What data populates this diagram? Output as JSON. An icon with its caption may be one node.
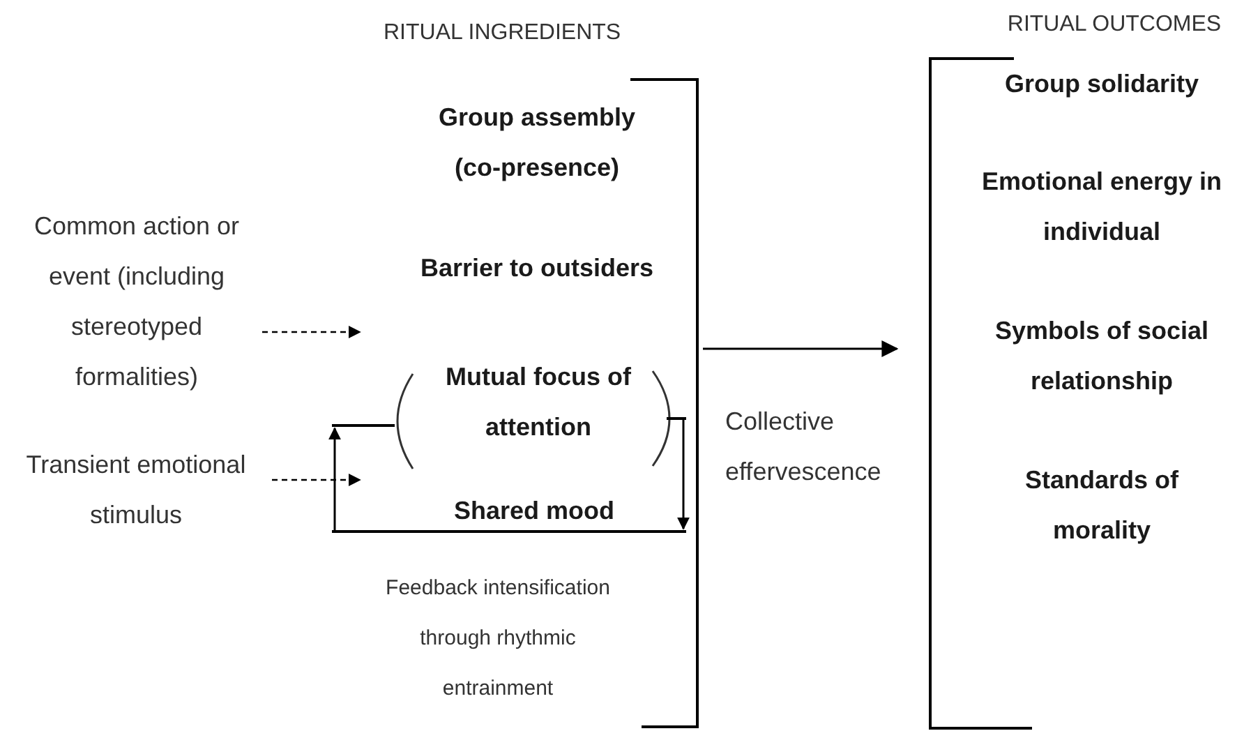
{
  "diagram": {
    "nodes": [
      {
        "text": [
          "RITUAL INGREDIENTS"
        ]
      },
      {
        "text": [
          "Group assembly (co-presence)"
        ],
        "in": 0
      },
      {
        "text": [
          "Barrier to outsiders"
        ],
        "in": 0
      },
      {
        "text": [
          "Mutual focus of attention"
        ],
        "in": 0
      },
      {
        "text": [
          "Shared mood"
        ],
        "in": 0
      },
      {
        "text": [
          "Common action or event (including stereotyped formalities)"
        ]
      },
      {
        "text": [
          "Transient emotional stimulus"
        ]
      },
      {
        "text": [
          "RITUAL OUTCOMES"
        ]
      },
      {
        "text": [
          "Group solidarity"
        ],
        "in": 7
      },
      {
        "text": [
          "Emotional energy in individual"
        ],
        "in": 7
      },
      {
        "text": [
          "Symbols of social relationship"
        ],
        "in": 7
      },
      {
        "text": [
          "Standards of morality"
        ],
        "in": 7
      }
    ],
    "edges": [
      {
        "from": 5,
        "to": 0,
        "arrow": "to",
        "style": "dashed"
      },
      {
        "from": 6,
        "to": 4,
        "arrow": "to",
        "style": "dashed"
      },
      {
        "from": 3,
        "to": 4,
        "arrow": "to"
      },
      {
        "from": 4,
        "to": 3,
        "arrow": "to"
      },
      {
        "from": 0,
        "to": 7,
        "arrow": "to",
        "label": "Collective effervescence"
      }
    ],
    "labels": [
      "Feedback intensification through rhythmic entrainment"
    ]
  }
}
